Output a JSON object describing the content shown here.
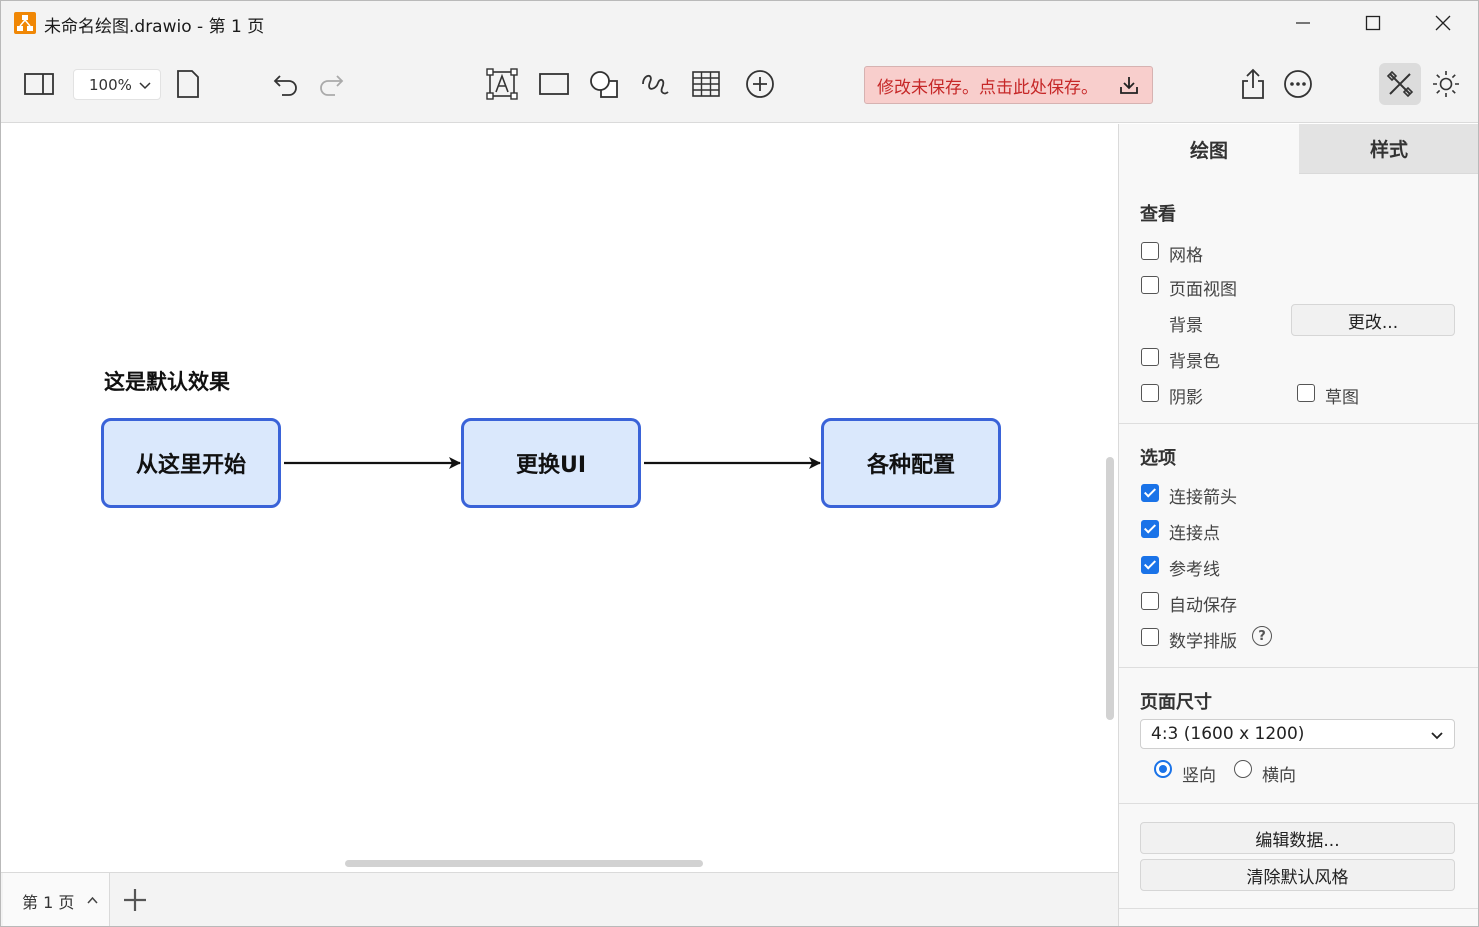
{
  "window": {
    "title": "未命名绘图.drawio - 第 1 页"
  },
  "toolbar": {
    "zoom": "100%",
    "save_banner": "修改未保存。点击此处保存。"
  },
  "canvas": {
    "title": "这是默认效果",
    "nodes": [
      {
        "label": "从这里开始"
      },
      {
        "label": "更换UI"
      },
      {
        "label": "各种配置"
      }
    ]
  },
  "footer": {
    "page_tab": "第 1 页"
  },
  "panel": {
    "tabs": {
      "draw": "绘图",
      "style": "样式"
    },
    "view": {
      "title": "查看",
      "grid": {
        "label": "网格",
        "checked": false
      },
      "page_view": {
        "label": "页面视图",
        "checked": false
      },
      "background_label": "背景",
      "change_button": "更改...",
      "background_color": {
        "label": "背景色",
        "checked": false
      },
      "shadow": {
        "label": "阴影",
        "checked": false
      },
      "sketch": {
        "label": "草图",
        "checked": false
      }
    },
    "options": {
      "title": "选项",
      "connection_arrows": {
        "label": "连接箭头",
        "checked": true
      },
      "connection_points": {
        "label": "连接点",
        "checked": true
      },
      "guides": {
        "label": "参考线",
        "checked": true
      },
      "autosave": {
        "label": "自动保存",
        "checked": false
      },
      "math_typesetting": {
        "label": "数学排版",
        "checked": false
      },
      "help_glyph": "?"
    },
    "page_size": {
      "title": "页面尺寸",
      "selected": "4:3 (1600 x 1200)",
      "portrait": {
        "label": "竖向",
        "checked": true
      },
      "landscape": {
        "label": "横向",
        "checked": false
      }
    },
    "buttons": {
      "edit_data": "编辑数据...",
      "clear_default_style": "清除默认风格"
    }
  },
  "colors": {
    "node_fill": "#dae8fc",
    "node_stroke": "#3a63d8",
    "save_banner_bg": "#f8cecc",
    "save_banner_text": "#c62828",
    "accent": "#1a73e8"
  }
}
